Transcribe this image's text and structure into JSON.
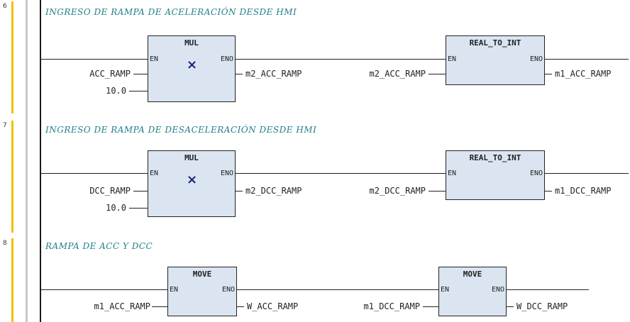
{
  "networks": [
    {
      "number": "6",
      "comment": "INGRESO DE RAMPA DE ACELERACIÓN DESDE HMI",
      "blocks": [
        {
          "name": "MUL",
          "en": "EN",
          "eno": "ENO",
          "op": "×",
          "inputs": [
            "ACC_RAMP",
            "10.0"
          ],
          "output": "m2_ACC_RAMP"
        },
        {
          "name": "REAL_TO_INT",
          "en": "EN",
          "eno": "ENO",
          "inputs": [
            "m2_ACC_RAMP"
          ],
          "output": "m1_ACC_RAMP"
        }
      ]
    },
    {
      "number": "7",
      "comment": "INGRESO DE RAMPA DE DESACELERACIÓN DESDE HMI",
      "blocks": [
        {
          "name": "MUL",
          "en": "EN",
          "eno": "ENO",
          "op": "×",
          "inputs": [
            "DCC_RAMP",
            "10.0"
          ],
          "output": "m2_DCC_RAMP"
        },
        {
          "name": "REAL_TO_INT",
          "en": "EN",
          "eno": "ENO",
          "inputs": [
            "m2_DCC_RAMP"
          ],
          "output": "m1_DCC_RAMP"
        }
      ]
    },
    {
      "number": "8",
      "comment": "RAMPA DE ACC Y DCC",
      "blocks": [
        {
          "name": "MOVE",
          "en": "EN",
          "eno": "ENO",
          "inputs": [
            "m1_ACC_RAMP"
          ],
          "output": "W_ACC_RAMP"
        },
        {
          "name": "MOVE",
          "en": "EN",
          "eno": "ENO",
          "inputs": [
            "m1_DCC_RAMP"
          ],
          "output": "W_DCC_RAMP"
        }
      ]
    }
  ]
}
